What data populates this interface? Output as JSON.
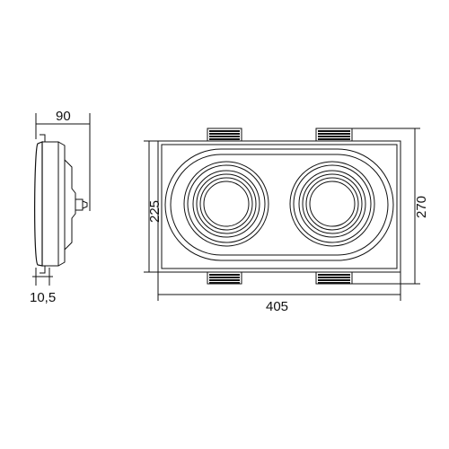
{
  "drawing": {
    "line_color": "#111111",
    "background": "#ffffff",
    "dimensions": {
      "side_depth": "90",
      "side_thickness": "10,5",
      "height_inner": "225",
      "height_outer": "270",
      "width": "405"
    }
  }
}
